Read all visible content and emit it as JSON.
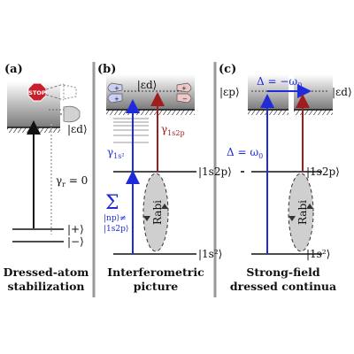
{
  "panel_a": {
    "label": "(a)",
    "stop_sign": "STOP",
    "continuum_state": "|εd⟩",
    "gamma_label": "γ",
    "gamma_sub": "r",
    "gamma_value": " = 0",
    "plus_state": "|+⟩",
    "minus_state": "|−⟩",
    "caption_line1": "Dressed-atom",
    "caption_line2": "stabilization"
  },
  "panel_b": {
    "label": "(b)",
    "continuum_state": "|εd⟩",
    "gamma_1s2": "γ",
    "gamma_1s2_sub": "1s²",
    "gamma_1s2p": "γ",
    "gamma_1s2p_sub": "1s2p",
    "state_1s2p": "|1s2p⟩",
    "state_1s2": "|1s²⟩",
    "sum_symbol": "Σ",
    "sum_line1": "|np⟩≠",
    "sum_line2": "|1s2p⟩",
    "rabi": "Rabi",
    "caption_line1": "Interferometric",
    "caption_line2": "picture"
  },
  "panel_c": {
    "label": "(c)",
    "continuum_ep": "|εp⟩",
    "continuum_ed": "|εd⟩",
    "delta_top": "Δ = −ω",
    "delta_top_sub": "0",
    "delta_left": "Δ = ω",
    "delta_left_sub": "0",
    "state_1s2p": "|1s2p⟩",
    "state_1s2": "|1s²⟩",
    "rabi": "Rabi",
    "caption_line1": "Strong-field",
    "caption_line2": "dressed continua"
  },
  "colors": {
    "blue": "#1f2ad8",
    "red": "#a01d1d",
    "stop": "#c8202a"
  }
}
